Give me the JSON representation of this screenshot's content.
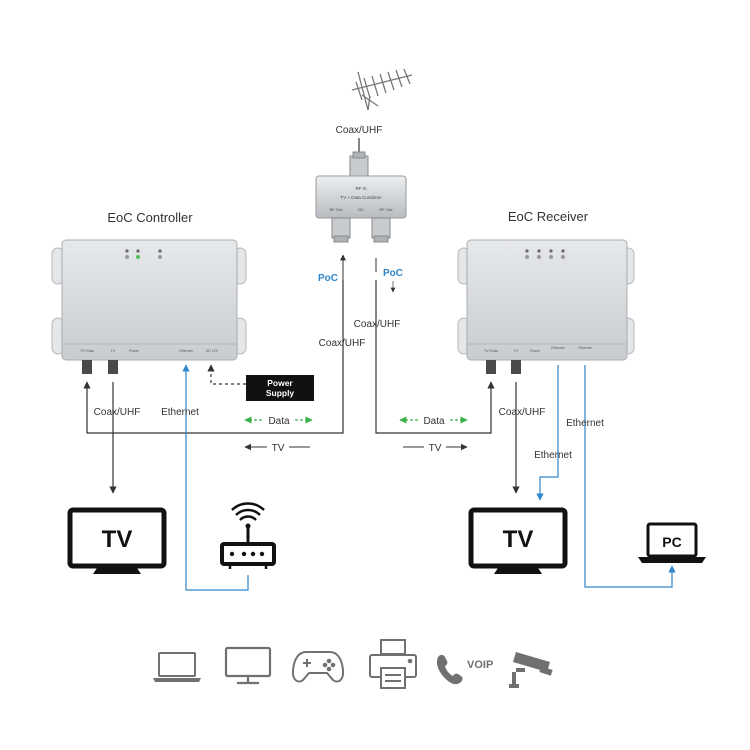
{
  "titles": {
    "controller": "EoC Controller",
    "receiver": "EoC Receiver"
  },
  "labels": {
    "coax_uhf": "Coax/UHF",
    "poc": "PoC",
    "data": "Data",
    "tv": "TV",
    "ethernet": "Ethernet",
    "power_supply_line1": "Power",
    "power_supply_line2": "Supply",
    "pc": "PC",
    "voip": "VOIP"
  },
  "splitter_text": {
    "line1": "RF In",
    "line2": "TV + Data Combiner",
    "line3": "RF Out",
    "line4": "DC",
    "line5": "RF Out"
  },
  "device_ports": {
    "controller": [
      "TV+Data",
      "TV",
      "Power",
      "Ethernet",
      "DC 12V"
    ],
    "receiver": [
      "TV+Data",
      "TV",
      "Power",
      "Ethernet",
      "Ethernet"
    ]
  },
  "bottom_icons": [
    "laptop-icon",
    "monitor-icon",
    "gamepad-icon",
    "printer-icon",
    "phone-icon",
    "cctv-camera-icon"
  ],
  "colors": {
    "coax_line": "#333333",
    "ethernet_line": "#2f86c9",
    "poc_text": "#2f86c9",
    "data_arrow": "#3bb24a",
    "device_body": "#d8dadc",
    "icon_gray": "#707070"
  }
}
